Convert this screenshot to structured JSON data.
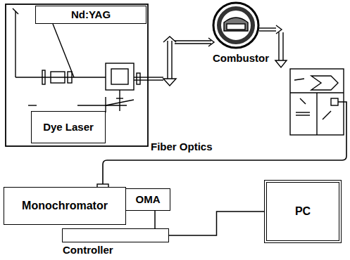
{
  "diagram": {
    "nodes": [
      {
        "text": [
          "Nd:YAG"
        ]
      },
      {
        "text": [
          "Dye Laser"
        ]
      },
      {
        "text": [
          "Monochromator"
        ]
      },
      {
        "text": [
          "OMA"
        ]
      },
      {
        "text": [
          "Controller"
        ]
      },
      {
        "text": [
          "PC"
        ]
      }
    ],
    "edges": [
      {
        "from": 3,
        "to": 4,
        "arrow": "none"
      },
      {
        "from": 4,
        "to": 5,
        "arrow": "none"
      }
    ],
    "labels": [
      "Combustor",
      "Fiber Optics"
    ]
  }
}
